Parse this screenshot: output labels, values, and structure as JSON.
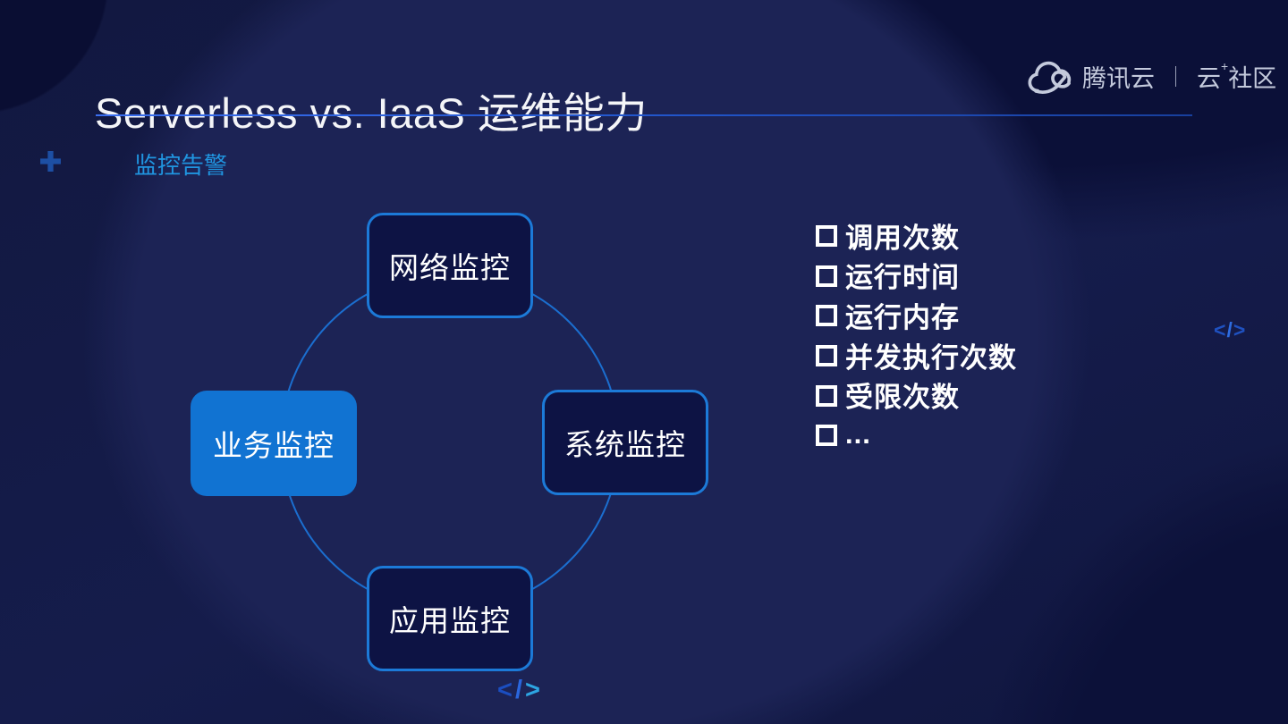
{
  "header": {
    "title": "Serverless vs. IaaS 运维能力",
    "logo": {
      "brand": "腾讯云",
      "separator": "｜",
      "community_prefix": "云",
      "community_plus": "+",
      "community_suffix": "社区"
    }
  },
  "section": {
    "label": "监控告警"
  },
  "diagram": {
    "shape": "cycle-ring",
    "nodes": [
      {
        "id": "network",
        "label": "网络监控",
        "position": "top",
        "filled": false
      },
      {
        "id": "system",
        "label": "系统监控",
        "position": "right",
        "filled": false
      },
      {
        "id": "application",
        "label": "应用监控",
        "position": "bottom",
        "filled": false
      },
      {
        "id": "business",
        "label": "业务监控",
        "position": "left",
        "filled": true
      }
    ]
  },
  "metrics": {
    "items": [
      "调用次数",
      "运行时间",
      "运行内存",
      "并发执行次数",
      "受限次数",
      "..."
    ]
  },
  "code_icon": {
    "lt": "<",
    "slash": "/",
    "gt": ">"
  },
  "colors": {
    "background": "#131a4a",
    "accent_blue": "#1c7ad8",
    "node_fill_blue": "#1173d2",
    "section_label_blue": "#2095e0",
    "underline_blue": "#2b63dd",
    "logo_gray": "#c4cadc"
  }
}
